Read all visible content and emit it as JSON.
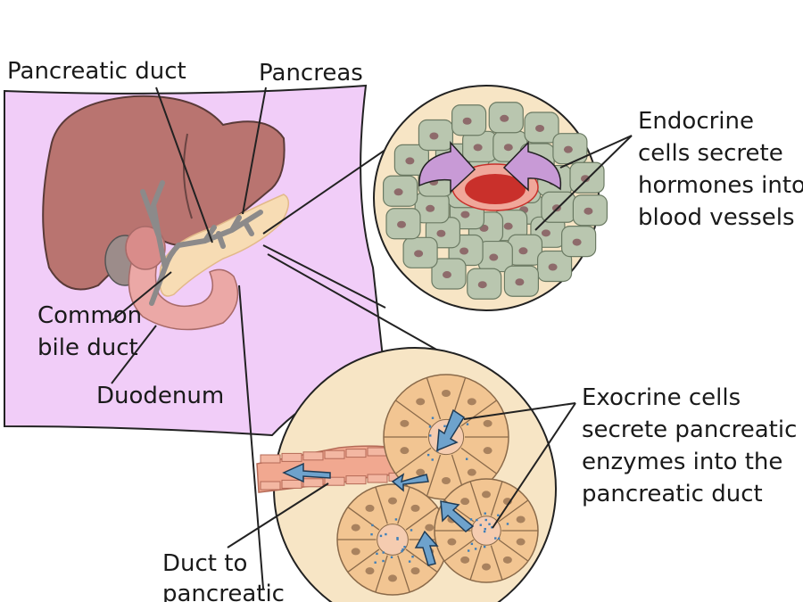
{
  "labels": {
    "pancreatic_duct": "Pancreatic duct",
    "pancreas": "Pancreas",
    "common_bile_duct_line1": "Common",
    "common_bile_duct_line2": "bile duct",
    "duodenum": "Duodenum",
    "endocrine": [
      "Endocrine",
      "cells secrete",
      "hormones into",
      "blood vessels"
    ],
    "exocrine": [
      "Exocrine cells",
      "secrete pancreatic",
      "enzymes into the",
      "pancreatic duct"
    ],
    "duct_to": [
      "Duct to",
      "pancreatic"
    ]
  },
  "colors": {
    "torso": "#f1cdf8",
    "liver": "#b97470",
    "pancreas": "#f7dcb4",
    "duodenum": "#eba8a6",
    "duct": "#8c8a8a",
    "circle_bg": "#f7e5c5",
    "endocrine_cell": "#b9c6af",
    "nucleus": "#8e6b6b",
    "blood": "#c9302b",
    "purple_arrow": "#c89ad6",
    "acinar_cell": "#f2c592",
    "blue_arrow": "#6ea2cc"
  }
}
